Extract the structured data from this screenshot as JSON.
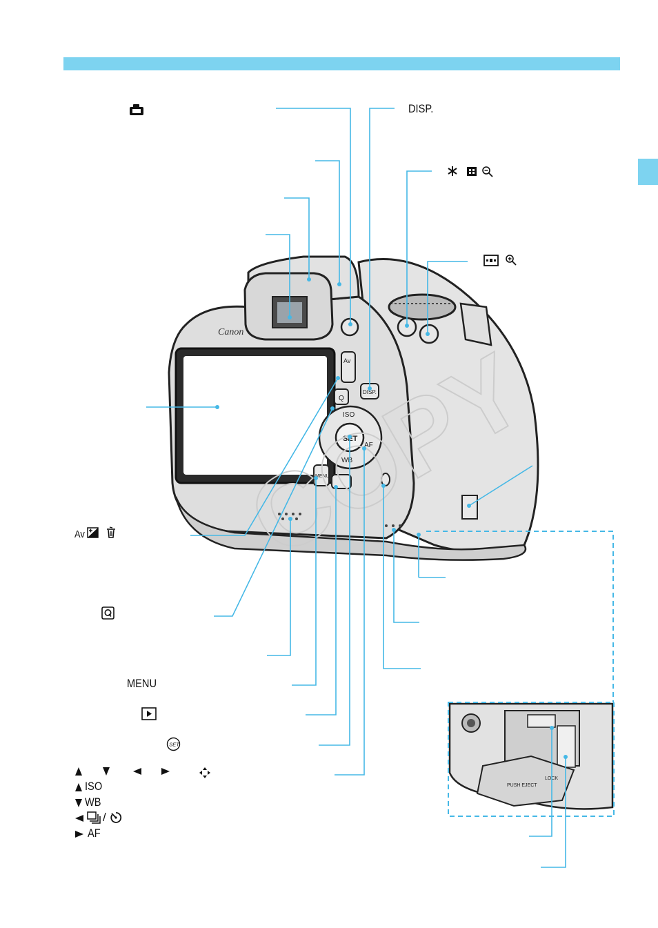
{
  "theme": {
    "accent": "#7dd3f0",
    "leader_color": "#45b8e6",
    "camera_body": "#dcdcdc",
    "camera_dark": "#3a3a3a"
  },
  "labels": {
    "disp": "DISP.",
    "menu": "MENU",
    "iso": "ISO",
    "wb": "WB",
    "af": "AF",
    "av": "Av"
  },
  "camera": {
    "brand": "Canon",
    "btn_av": "Av",
    "btn_q": "Q",
    "btn_iso": "ISO",
    "btn_set": "SET",
    "btn_af": "AF",
    "btn_wb": "WB",
    "btn_menu": "MENU",
    "btn_disp": "DISP.",
    "watermark": "COPY",
    "slot_text_1": "PUSH EJECT",
    "slot_text_2": "LOCK"
  },
  "icons": {
    "liveview": "camera-icon",
    "ae_lock": "asterisk-icon",
    "af_point": "af-point-icon",
    "zoom_out": "zoom-out-icon",
    "zoom_in": "zoom-in-icon",
    "exposure": "exposure-comp-icon",
    "erase": "trash-icon",
    "quick": "q-box-icon",
    "playback": "play-box-icon",
    "set": "set-circle-icon",
    "cross_keys": "cross-keys-icon",
    "drive": "drive-mode-icon",
    "self_timer": "self-timer-icon"
  }
}
